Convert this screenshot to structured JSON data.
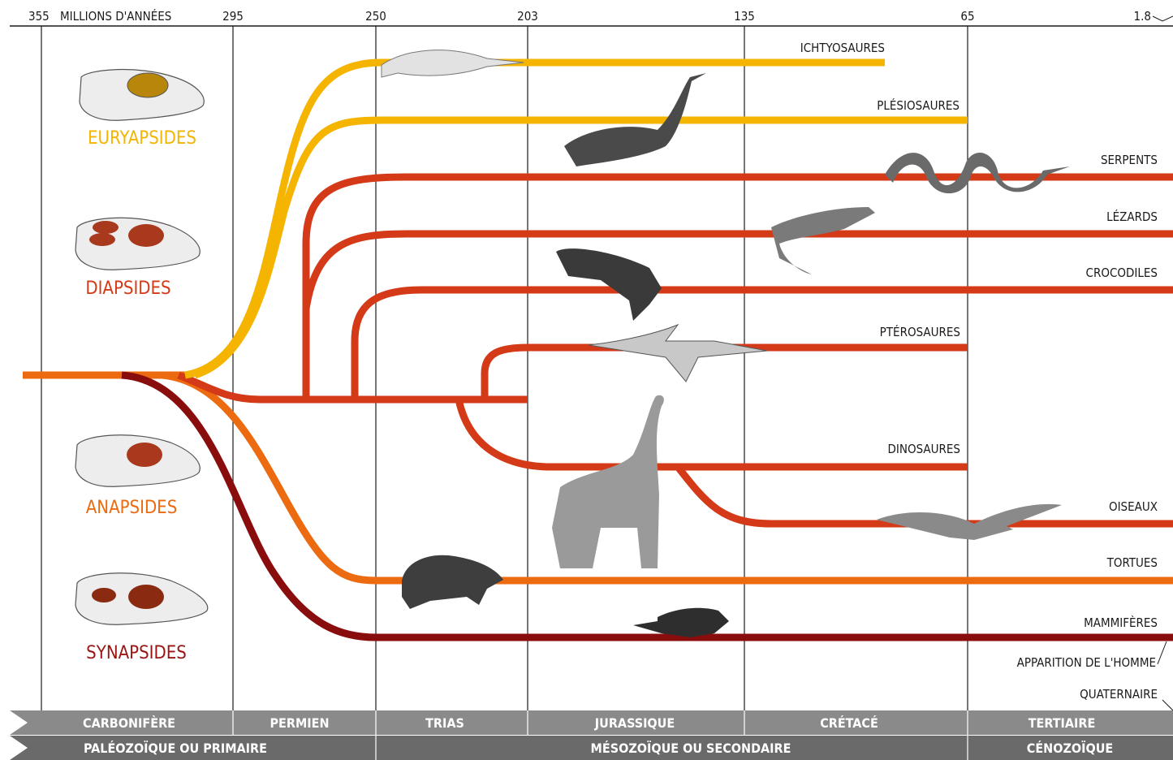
{
  "axis": {
    "label": "MILLIONS D'ANNÉES",
    "ticks": [
      "355",
      "295",
      "250",
      "203",
      "135",
      "65",
      "1.8"
    ]
  },
  "groups": [
    {
      "label": "EURYAPSIDES",
      "color": "#f4b400"
    },
    {
      "label": "DIAPSIDES",
      "color": "#d43a17"
    },
    {
      "label": "ANAPSIDES",
      "color": "#ec6a10"
    },
    {
      "label": "SYNAPSIDES",
      "color": "#9a1414"
    }
  ],
  "lineages": [
    {
      "label": "ICHTYOSAURES",
      "color": "#f4b400"
    },
    {
      "label": "PLÉSIOSAURES",
      "color": "#f4b400"
    },
    {
      "label": "SERPENTS",
      "color": "#d43a17"
    },
    {
      "label": "LÉZARDS",
      "color": "#d43a17"
    },
    {
      "label": "CROCODILES",
      "color": "#d43a17"
    },
    {
      "label": "PTÉROSAURES",
      "color": "#d43a17"
    },
    {
      "label": "DINOSAURES",
      "color": "#d43a17"
    },
    {
      "label": "OISEAUX",
      "color": "#d43a17"
    },
    {
      "label": "TORTUES",
      "color": "#ec6a10"
    },
    {
      "label": "MAMMIFÈRES",
      "color": "#9a1414"
    }
  ],
  "annotations": {
    "human": "APPARITION DE L'HOMME",
    "quaternary": "QUATERNAIRE"
  },
  "periods": [
    "CARBONIFÈRE",
    "PERMIEN",
    "TRIAS",
    "JURASSIQUE",
    "CRÉTACÉ",
    "TERTIAIRE"
  ],
  "eras": [
    "PALÉOZOÏQUE OU PRIMAIRE",
    "MÉSOZOÏQUE OU SECONDAIRE",
    "CÉNOZOÏQUE"
  ],
  "colors": {
    "band_light": "#8a8a8a",
    "band_dark": "#6a6a6a",
    "skull_fill_euryapsid": "#b8860b",
    "skull_fill_other": "#a9391c"
  }
}
